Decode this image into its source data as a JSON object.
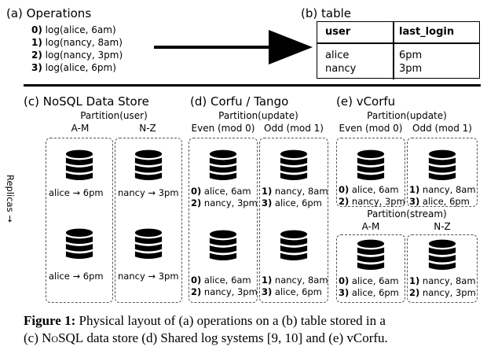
{
  "sections": {
    "a": "(a) Operations",
    "b": "(b) table",
    "c": "(c) NoSQL Data Store",
    "d": "(d) Corfu / Tango",
    "e": "(e) vCorfu"
  },
  "operations": [
    {
      "idx": "0)",
      "text": "log(alice, 6am)"
    },
    {
      "idx": "1)",
      "text": "log(nancy, 8am)"
    },
    {
      "idx": "2)",
      "text": "log(nancy, 3pm)"
    },
    {
      "idx": "3)",
      "text": "log(alice, 6pm)"
    }
  ],
  "table": {
    "headers": [
      "user",
      "last_login"
    ],
    "rows": [
      [
        "alice",
        "6pm"
      ],
      [
        "nancy",
        "3pm"
      ]
    ]
  },
  "nosql": {
    "partition": "Partition(user)",
    "cols": [
      "A-M",
      "N-Z"
    ],
    "replicas": "Replicas →",
    "cells": [
      [
        "alice → 6pm",
        "nancy → 3pm"
      ],
      [
        "alice → 6pm",
        "nancy → 3pm"
      ]
    ]
  },
  "corfu": {
    "partition": "Partition(update)",
    "cols": [
      "Even (mod 0)",
      "Odd (mod 1)"
    ],
    "even": [
      {
        "idx": "0)",
        "text": "alice, 6am"
      },
      {
        "idx": "2)",
        "text": "nancy, 3pm"
      }
    ],
    "odd": [
      {
        "idx": "1)",
        "text": "nancy, 8am"
      },
      {
        "idx": "3)",
        "text": "alice, 6pm"
      }
    ]
  },
  "vcorfu": {
    "partition_update": "Partition(update)",
    "cols_update": [
      "Even (mod 0)",
      "Odd (mod 1)"
    ],
    "partition_stream": "Partition(stream)",
    "cols_stream": [
      "A-M",
      "N-Z"
    ],
    "even": [
      {
        "idx": "0)",
        "text": "alice, 6am"
      },
      {
        "idx": "2)",
        "text": "nancy, 3pm"
      }
    ],
    "odd": [
      {
        "idx": "1)",
        "text": "nancy, 8am"
      },
      {
        "idx": "3)",
        "text": "alice, 6pm"
      }
    ],
    "am": [
      {
        "idx": "0)",
        "text": "alice, 6am"
      },
      {
        "idx": "3)",
        "text": "alice, 6pm"
      }
    ],
    "nz": [
      {
        "idx": "1)",
        "text": "nancy, 8am"
      },
      {
        "idx": "2)",
        "text": "nancy, 3pm"
      }
    ]
  },
  "caption": {
    "label": "Figure 1:",
    "line1": " Physical layout of (a) operations on a (b) table stored in a",
    "line2a": "(c) ",
    "nosql_word": "NoSQL",
    "line2b": " data store (d) Shared log systems [9, 10] and (e) vCorfu."
  },
  "icons": [
    "database-icon",
    "arrow-right-icon"
  ]
}
